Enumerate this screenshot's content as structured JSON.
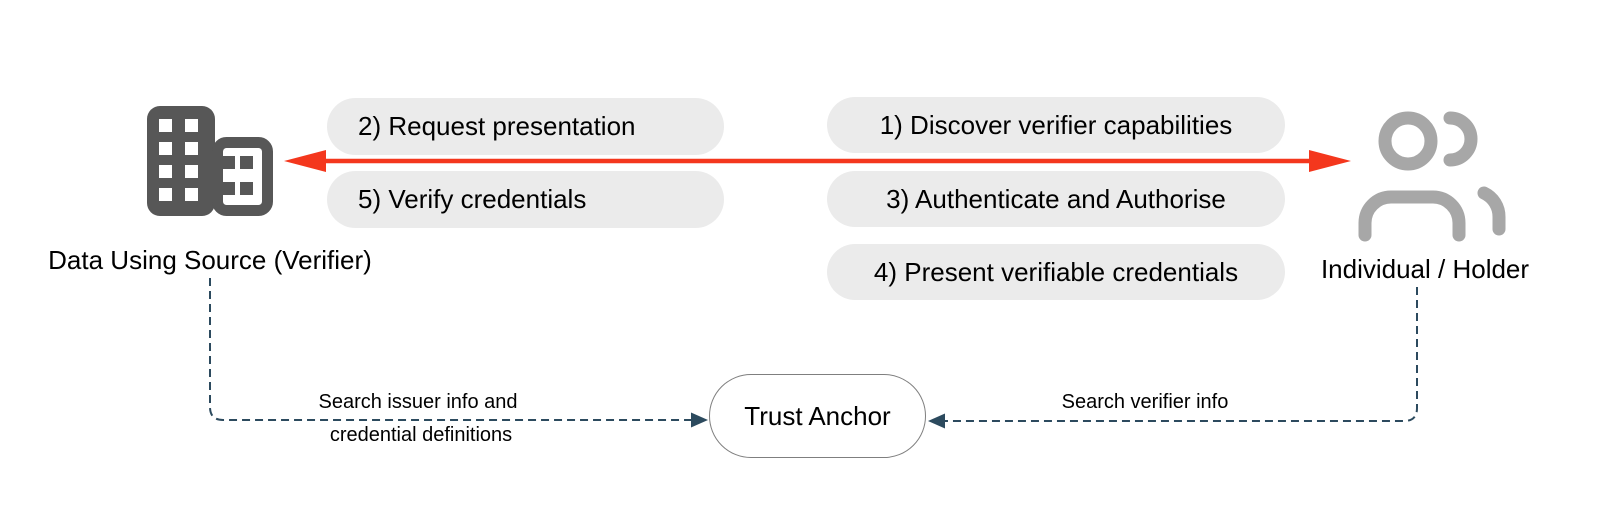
{
  "actors": {
    "verifier": {
      "label": "Data Using Source (Verifier)",
      "icon": "building-icon"
    },
    "holder": {
      "label": "Individual / Holder",
      "icon": "people-icon"
    }
  },
  "steps": {
    "left": [
      "2) Request presentation",
      "5) Verify credentials"
    ],
    "right": [
      "1) Discover verifier capabilities",
      "3) Authenticate and Authorise",
      "4) Present verifiable credentials"
    ]
  },
  "flow_arrow": {
    "style": "double-headed",
    "color": "#f4371d"
  },
  "trust_anchor": {
    "label": "Trust Anchor"
  },
  "lookups": {
    "from_verifier": {
      "line1": "Search issuer info and",
      "line2": "credential definitions"
    },
    "from_holder": {
      "label": "Search verifier info"
    }
  },
  "colors": {
    "background": "#ffffff",
    "step_pill_bg": "#ebebeb",
    "building_icon": "#575757",
    "people_icon": "#a7a7a7",
    "arrow_red": "#f4371d",
    "dashed_connector": "#2c4a5e",
    "trust_anchor_border": "#7f7f7f",
    "text": "#000000"
  }
}
